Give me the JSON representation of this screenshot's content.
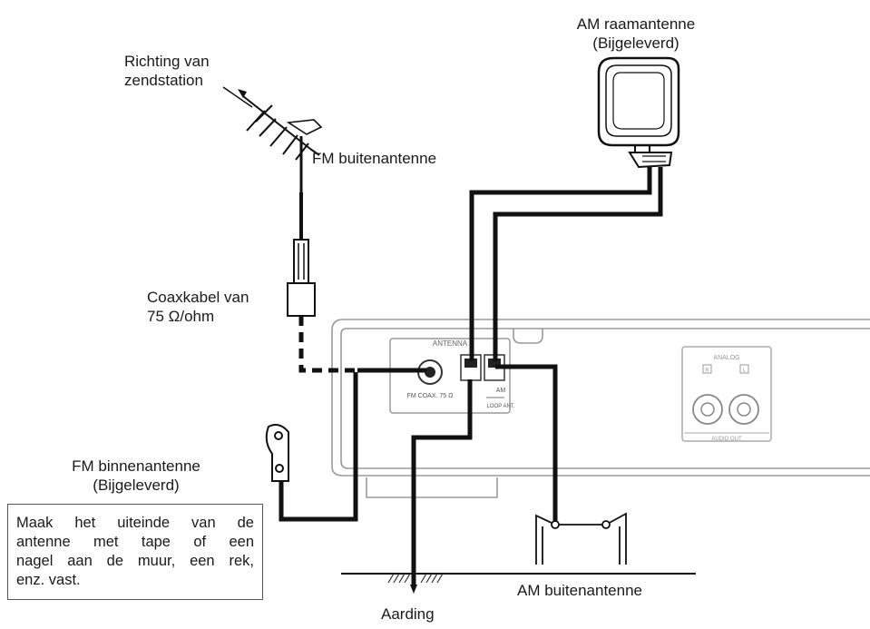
{
  "labels": {
    "direction": [
      "Richting van",
      "zendstation"
    ],
    "fm_outdoor": "FM buitenantenne",
    "am_loop": [
      "AM raamantenne",
      "(Bijgeleverd)"
    ],
    "coax": [
      "Coaxkabel van",
      "75 Ω/ohm"
    ],
    "fm_indoor": [
      "FM binnenantenne",
      "(Bijgeleverd)"
    ],
    "am_outdoor": "AM buitenantenne",
    "ground": "Aarding"
  },
  "note_lines": [
    "Maak het uiteinde van de",
    "antenne met tape of een",
    "nagel aan de muur, een rek,",
    "enz. vast."
  ],
  "panel": {
    "antenna_title": "ANTENNA",
    "fm_coax": "FM COAX. 75 Ω",
    "am": "AM",
    "loop_ant": "LOOP ANT.",
    "analog": "ANALOG",
    "left": "L",
    "right": "R",
    "audio_out": "AUDIO OUT"
  },
  "colors": {
    "cable": "#111111",
    "panel_line": "#9a9a9a",
    "text": "#1a1a1a"
  }
}
